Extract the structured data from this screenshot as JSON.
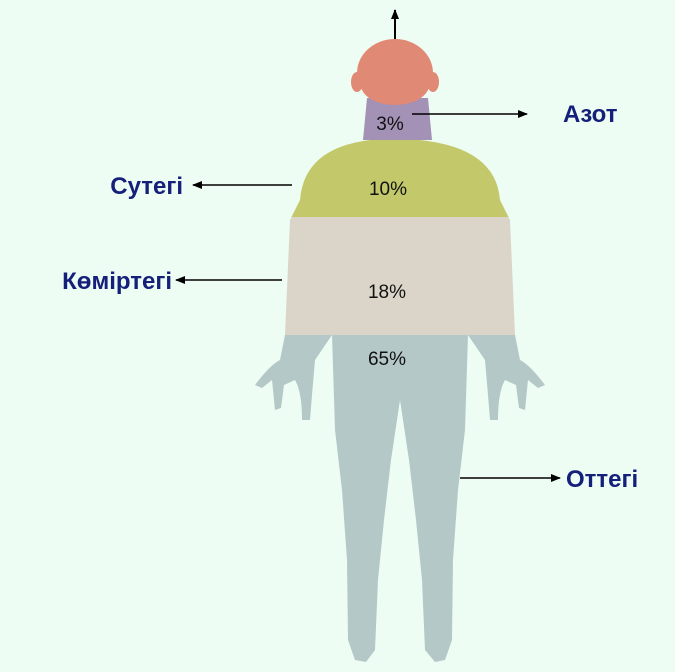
{
  "elements": [
    {
      "name": "Азот",
      "percent": "3%",
      "color": "#a391b6"
    },
    {
      "name": "Сутегі",
      "percent": "10%",
      "color": "#c3c96b"
    },
    {
      "name": "Көміртегі",
      "percent": "18%",
      "color": "#dbd5c9"
    },
    {
      "name": "Оттегі",
      "percent": "65%",
      "color": "#b4c8c8"
    }
  ],
  "head_color": "#e08a75",
  "background": "#eefdf3"
}
